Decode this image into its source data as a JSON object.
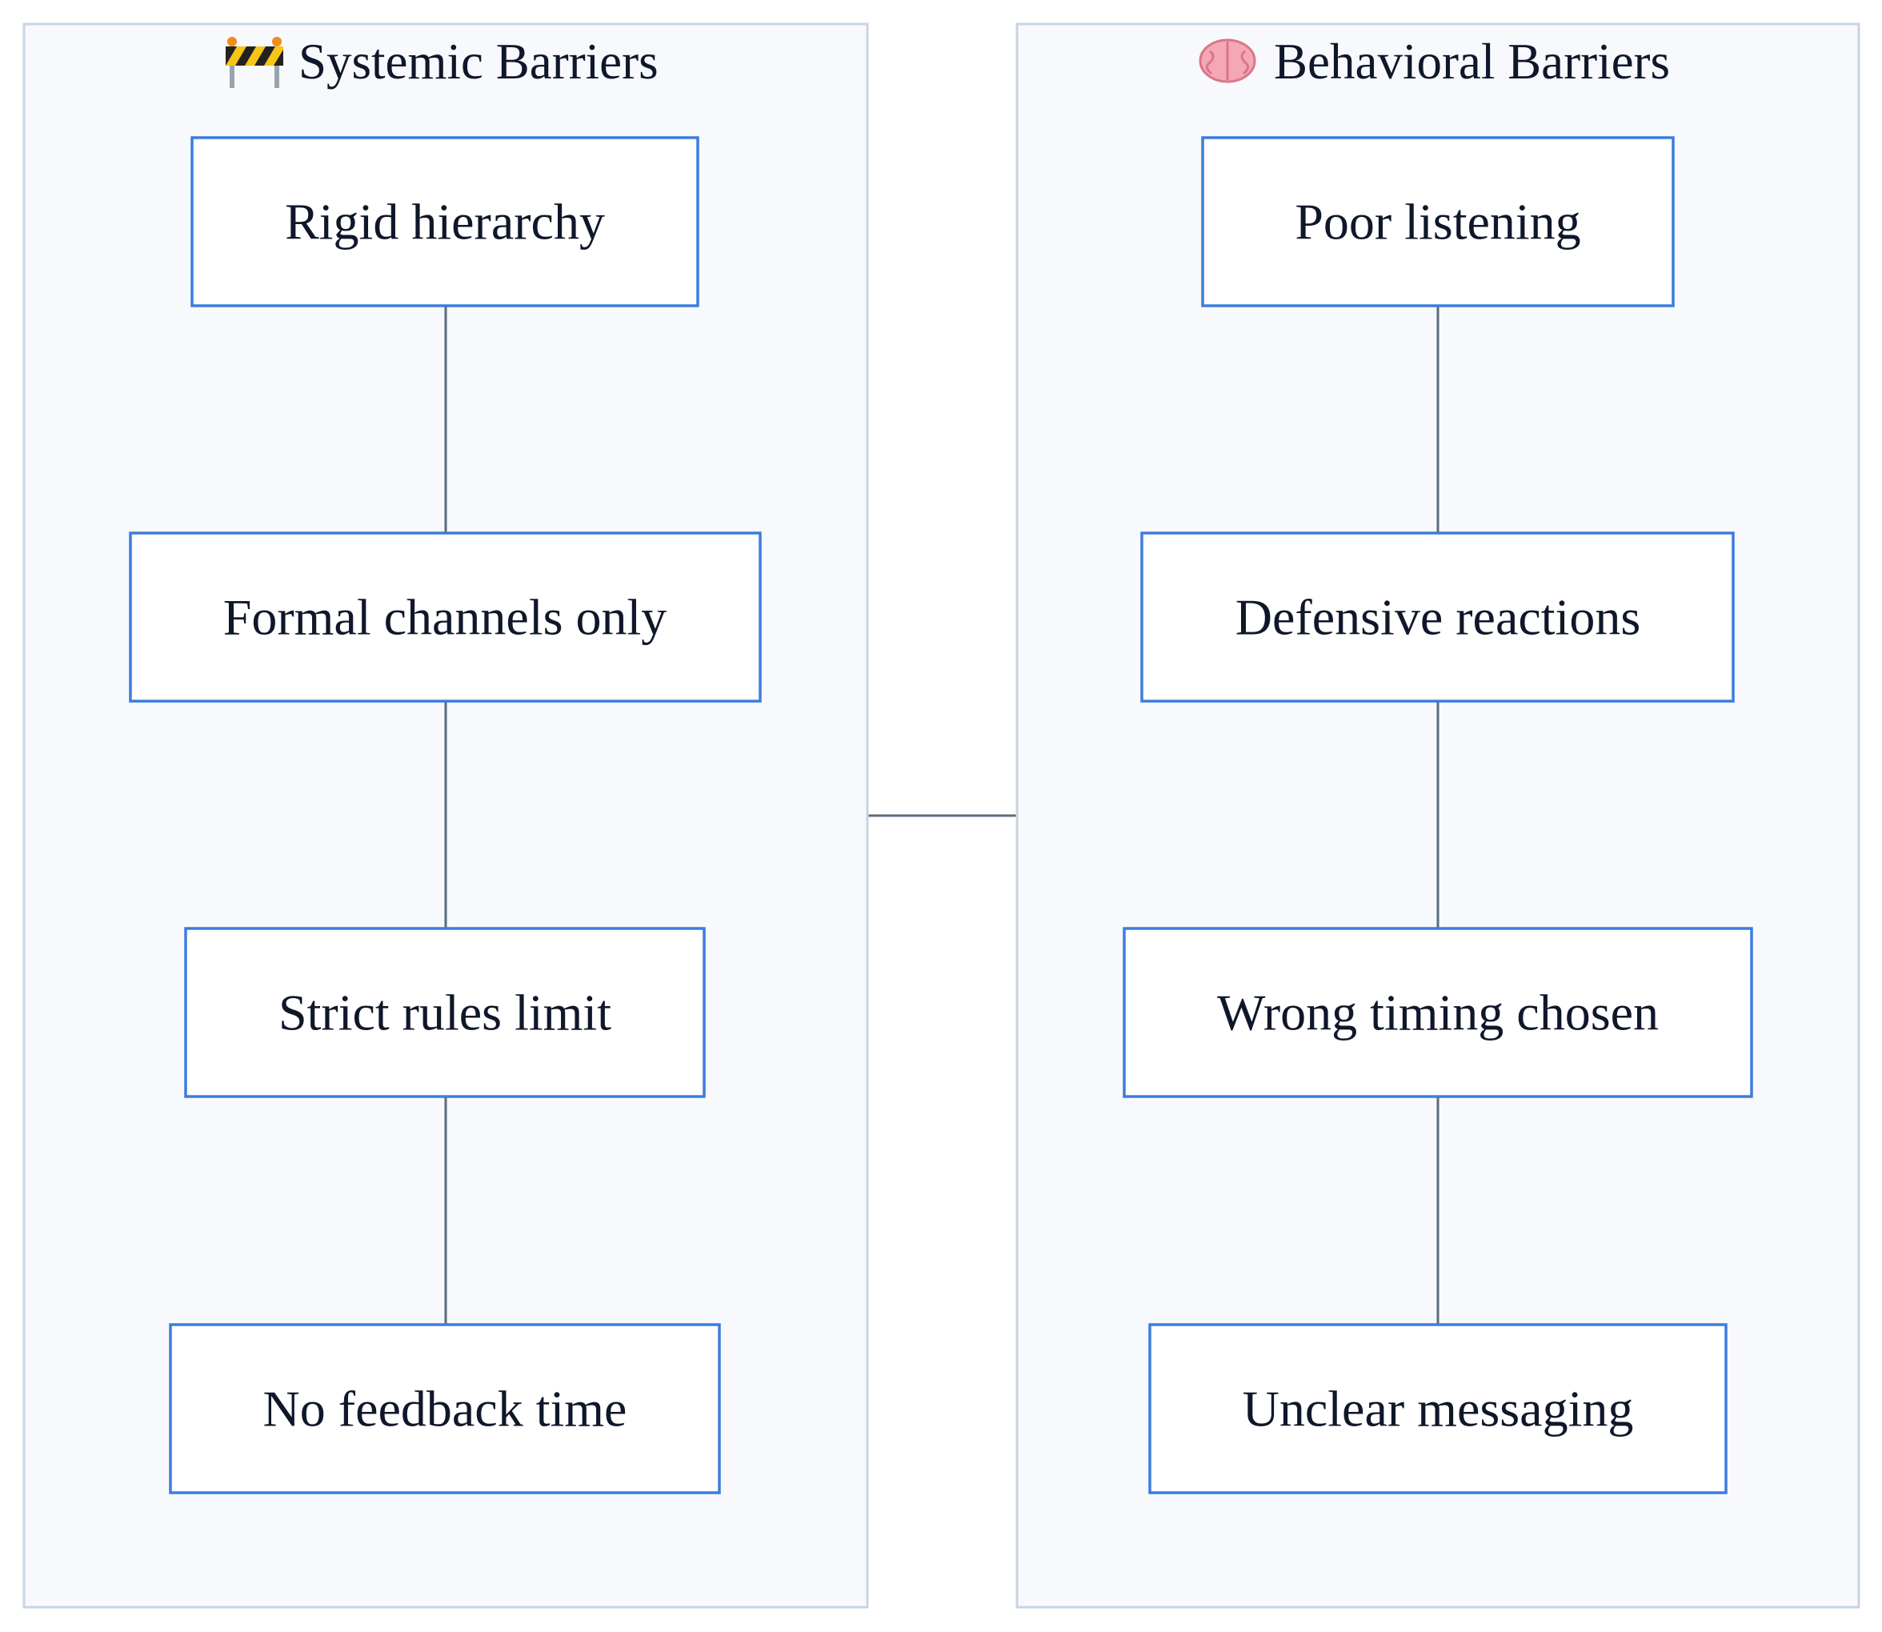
{
  "diagram": {
    "groups": [
      {
        "id": "systemic",
        "icon": "construction-barrier-icon",
        "title": "Systemic Barriers",
        "nodes": [
          "Rigid hierarchy",
          "Formal channels only",
          "Strict rules limit",
          "No feedback time"
        ]
      },
      {
        "id": "behavioral",
        "icon": "brain-icon",
        "title": "Behavioral Barriers",
        "nodes": [
          "Poor listening",
          "Defensive reactions",
          "Wrong timing chosen",
          "Unclear messaging"
        ]
      }
    ],
    "edges": [
      [
        "Rigid hierarchy",
        "Formal channels only"
      ],
      [
        "Formal channels only",
        "Strict rules limit"
      ],
      [
        "Strict rules limit",
        "No feedback time"
      ],
      [
        "Poor listening",
        "Defensive reactions"
      ],
      [
        "Defensive reactions",
        "Wrong timing chosen"
      ],
      [
        "Wrong timing chosen",
        "Unclear messaging"
      ],
      [
        "Systemic Barriers",
        "Behavioral Barriers"
      ]
    ],
    "colors": {
      "cluster_fill": "#f7f9fc",
      "cluster_border": "#c8d4e3",
      "node_border": "#3b7ddd",
      "edge": "#5a6b7b",
      "text": "#0f172a"
    }
  }
}
